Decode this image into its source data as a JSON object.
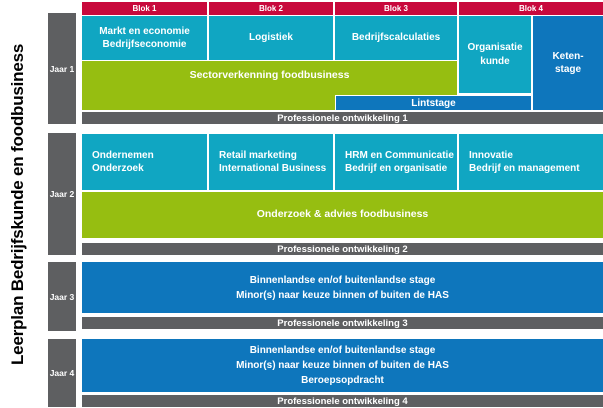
{
  "title": "Leerplan Bedrijfskunde en foodbusiness",
  "bloks": [
    "Blok 1",
    "Blok 2",
    "Blok 3",
    "Blok 4"
  ],
  "year1": {
    "label": "Jaar 1",
    "markt_economie": [
      "Markt en economie",
      "Bedrijfseconomie"
    ],
    "logistiek": [
      "Logistiek"
    ],
    "bedrijfscalculaties": [
      "Bedrijfscalculaties"
    ],
    "organisatiekunde": [
      "Organisatie",
      "kunde"
    ],
    "ketenstage": [
      "Keten-",
      "stage"
    ],
    "sectorverkenning": "Sectorverkenning foodbusiness",
    "lintstage": "Lintstage",
    "prof": "Professionele ontwikkeling 1"
  },
  "year2": {
    "label": "Jaar 2",
    "ondernemen_onderzoek": [
      "Ondernemen",
      "Onderzoek"
    ],
    "retail_international": [
      "Retail marketing",
      "International Business"
    ],
    "hrm_bedrijf": [
      "HRM en Communicatie",
      "Bedrijf en organisatie"
    ],
    "innovatie_management": [
      "Innovatie",
      "Bedrijf en management"
    ],
    "onderzoek_advies": "Onderzoek & advies foodbusiness",
    "prof": "Professionele ontwikkeling 2"
  },
  "year3": {
    "label": "Jaar 3",
    "stage_minor": [
      "Binnenlandse en/of buitenlandse stage",
      "Minor(s) naar keuze binnen of buiten de HAS"
    ],
    "prof": "Professionele ontwikkeling 3"
  },
  "year4": {
    "label": "Jaar 4",
    "stage_minor_beroeps": [
      "Binnenlandse en/of buitenlandse stage",
      "Minor(s) naar keuze binnen of buiten de HAS",
      "Beroepsopdracht"
    ],
    "prof": "Professionele ontwikkeling 4"
  },
  "colors": {
    "red": "#C8093C",
    "teal": "#10A6C2",
    "blue": "#0E76BC",
    "green": "#96BE11",
    "gray": "#5E5F61"
  }
}
